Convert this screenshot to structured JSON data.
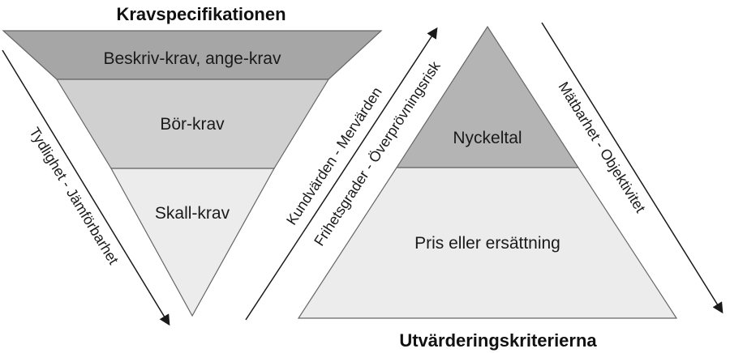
{
  "left_diagram": {
    "title": "Kravspecifikationen",
    "layers": [
      {
        "label": "Beskriv-krav, ange-krav",
        "color": "#a6a6a6"
      },
      {
        "label": "Bör-krav",
        "color": "#d0d0d0"
      },
      {
        "label": "Skall-krav",
        "color": "#ececec"
      }
    ],
    "left_arrow_label": "Tydlighet - Jämförbarhet",
    "right_arrow_label": "Kundvärden - Mervärden"
  },
  "right_diagram": {
    "title": "Utvärderingskriterierna",
    "layers": [
      {
        "label": "Nyckeltal",
        "color": "#b4b4b4"
      },
      {
        "label": "Pris eller ersättning",
        "color": "#ececec"
      }
    ],
    "left_arrow_label": "Frihetsgrader - Överprövningsrisk",
    "right_arrow_label": "Mätbarhet - Objektivitet"
  },
  "colors": {
    "stroke": "#555555",
    "arrow": "#222222"
  }
}
